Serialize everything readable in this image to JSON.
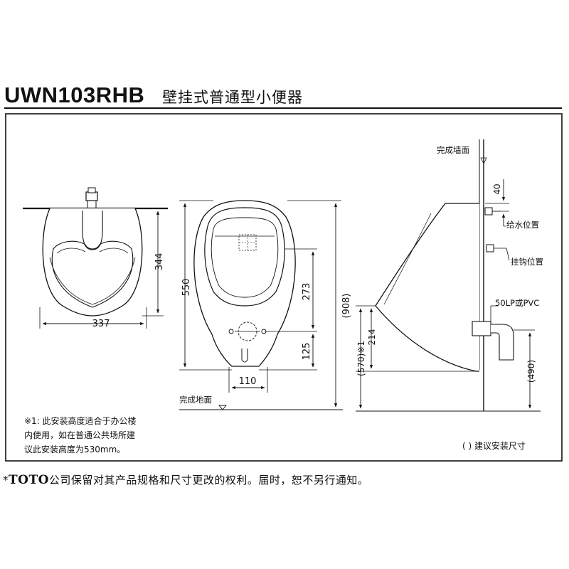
{
  "header": {
    "model": "UWN103RHB",
    "title": "壁挂式普通型小便器"
  },
  "left_view": {
    "width_dim": "337",
    "height_dim": "344"
  },
  "front_view": {
    "overall_height_dim": "550",
    "outlet_to_rim_dim": "273",
    "outlet_height_dim": "125",
    "bottom_width_dim": "110",
    "install_height_dim": "(908)",
    "floor_label": "完成地面"
  },
  "side_view": {
    "wall_label": "完成墙面",
    "inlet_offset_dim": "40",
    "inlet_label": "给水位置",
    "hook_label": "挂钩位置",
    "pipe_label": "50LP或PVC",
    "rim_height_dim": "214",
    "floor_to_rim_dim": "(570)※1",
    "drain_height_dim": "(490)"
  },
  "footnote": {
    "line1": "※1: 此安装高度适合于办公楼",
    "line2": "内使用，如在普通公共场所建",
    "line3": "议此安装高度为530mm。"
  },
  "legend_note": "( ) 建议安装尺寸",
  "disclaimer": {
    "prefix": "*",
    "brand": "TOTO",
    "text": "公司保留对其产品规格和尺寸更改的权利。届时，恕不另行通知。"
  }
}
